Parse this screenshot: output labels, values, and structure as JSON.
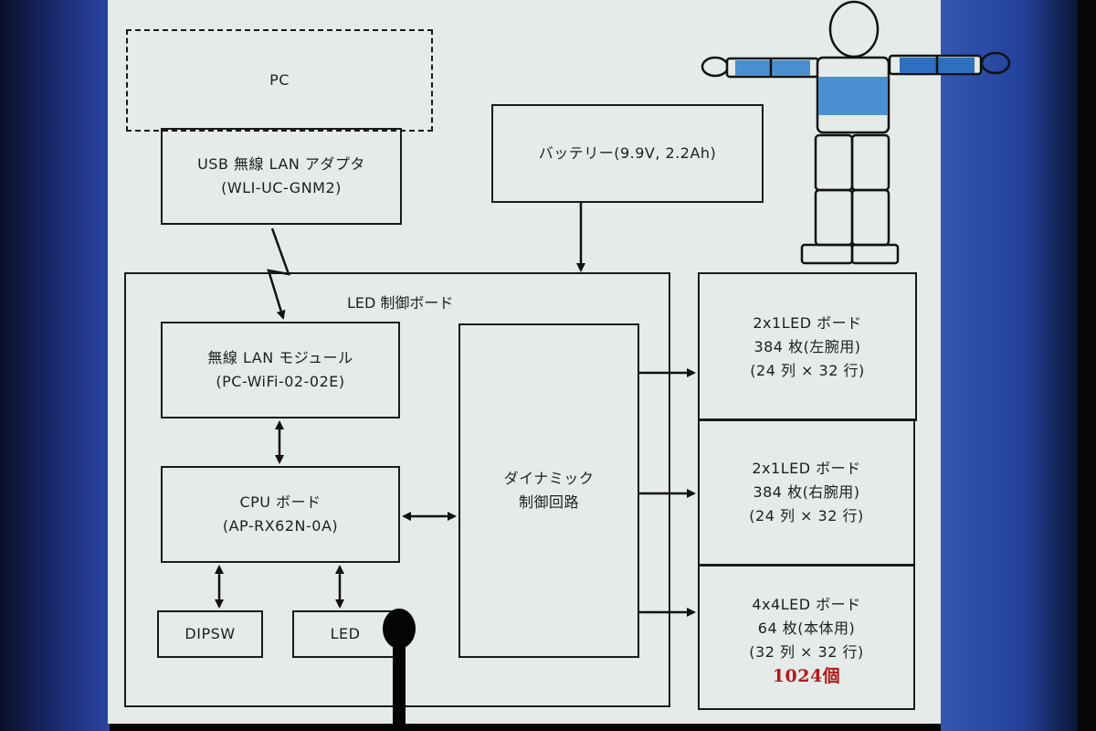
{
  "pc": {
    "label": "PC"
  },
  "usb_adapter": {
    "line1": "USB 無線 LAN アダプタ",
    "line2": "(WLI-UC-GNM2)"
  },
  "battery": {
    "label": "バッテリー(9.9V, 2.2Ah)"
  },
  "led_control_board": {
    "label": "LED 制御ボード"
  },
  "wireless_module": {
    "line1": "無線 LAN モジュール",
    "line2": "(PC-WiFi-02-02E)"
  },
  "cpu_board": {
    "line1": "CPU ボード",
    "line2": "(AP-RX62N-0A)"
  },
  "dipsw": {
    "label": "DIPSW"
  },
  "led": {
    "label": "LED"
  },
  "dynamic_circuit": {
    "line1": "ダイナミック",
    "line2": "制御回路"
  },
  "led_boards": [
    {
      "line1": "2x1LED ボード",
      "line2": "384 枚(左腕用)",
      "line3": "(24 列 × 32 行)"
    },
    {
      "line1": "2x1LED ボード",
      "line2": "384 枚(右腕用)",
      "line3": "(24 列 × 32 行)"
    },
    {
      "line1": "4x4LED ボード",
      "line2": "64 枚(本体用)",
      "line3": "(32 列 × 32 行)"
    }
  ],
  "total": "1024個",
  "colors": {
    "slide_bg": "#e4ebe9",
    "robot_fill": "#4a90d0",
    "total_text": "#b31a1a"
  }
}
